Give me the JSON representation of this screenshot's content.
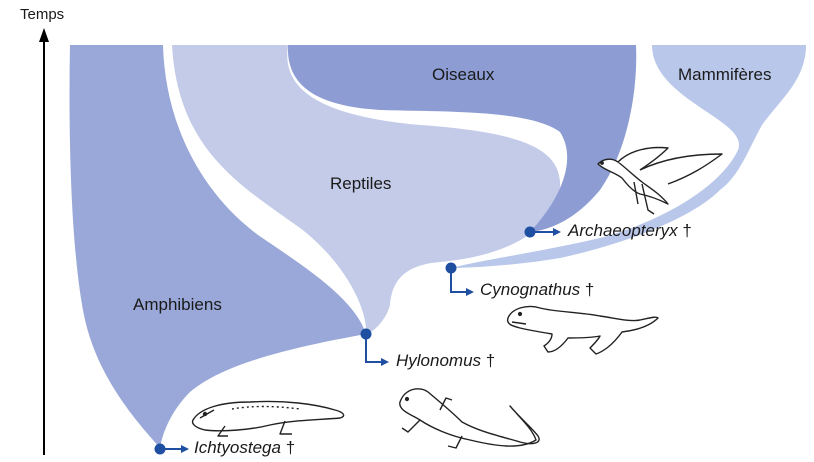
{
  "axis": {
    "label": "Temps"
  },
  "groups": {
    "amphibians": "Amphibiens",
    "reptiles": "Reptiles",
    "birds": "Oiseaux",
    "mammals": "Mammifères"
  },
  "fossils": {
    "ichthyostega": {
      "name": "Ichtyostega",
      "mark": "†"
    },
    "hylonomus": {
      "name": "Hylonomus",
      "mark": "†"
    },
    "cynognathus": {
      "name": "Cynognathus",
      "mark": "†"
    },
    "archaeopteryx": {
      "name": "Archaeopteryx",
      "mark": "†"
    }
  },
  "colors": {
    "amphibians": "#99a8d8",
    "reptiles": "#c3cbe8",
    "birds": "#8d9cd3",
    "mammals": "#b9c8ea",
    "node": "#1f4fa0",
    "axis": "#000000"
  },
  "icons": [
    "ichthyostega-drawing",
    "hylonomus-drawing",
    "cynognathus-drawing",
    "archaeopteryx-drawing"
  ]
}
